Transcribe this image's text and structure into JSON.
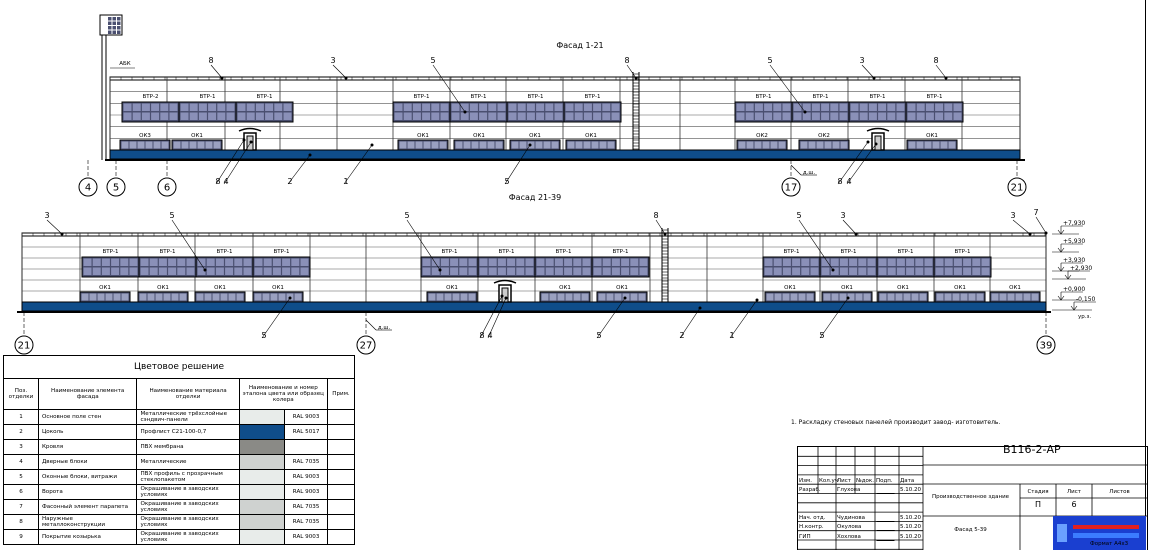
{
  "facade_top": {
    "title": "Фасад 1-21",
    "abk_label": "АБК",
    "axes": [
      "4",
      "5",
      "6",
      "17",
      "21"
    ],
    "callouts_top": [
      "8",
      "3",
      "5",
      "8",
      "5",
      "3",
      "8"
    ],
    "callouts_bottom": [
      "8",
      "4",
      "2",
      "1",
      "5",
      "8",
      "4"
    ],
    "ds_label": "д.ш.",
    "btr_labels": [
      "ВТР-2",
      "ВТР-1",
      "ВТР-1",
      "ВТР-1",
      "ВТР-1",
      "ВТР-1",
      "ВТР-1",
      "ВТР-1",
      "ВТР-1",
      "ВТР-1",
      "ВТР-1"
    ],
    "ok_labels": [
      "ОК3",
      "ОК1",
      "ОК1",
      "ОК1",
      "ОК1",
      "ОК1",
      "ОК2",
      "ОК2",
      "ОК1"
    ]
  },
  "facade_bottom": {
    "title": "Фасад 21-39",
    "axes": [
      "21",
      "27",
      "39"
    ],
    "callouts_top": [
      "3",
      "5",
      "5",
      "8",
      "5",
      "3",
      "3",
      "7"
    ],
    "callouts_bottom": [
      "5",
      "8",
      "4",
      "5",
      "2",
      "1",
      "5"
    ],
    "ds_label": "д.ш.",
    "btr_labels": [
      "ВТР-1",
      "ВТР-1",
      "ВТР-1",
      "ВТР-1",
      "ВТР-1",
      "ВТР-1",
      "ВТР-1",
      "ВТР-1",
      "ВТР-1",
      "ВТР-1",
      "ВТР-1",
      "ВТР-1"
    ],
    "ok_labels": [
      "ОК1",
      "ОК1",
      "ОК1",
      "ОК1",
      "ОК1",
      "ОК1",
      "ОК1",
      "ОК1",
      "ОК1",
      "ОК1",
      "ОК1",
      "ОК1"
    ],
    "levels": [
      "+7,930",
      "+5,930",
      "+3,930",
      "+2,930",
      "+0,900",
      "-0,150",
      "ур.з."
    ]
  },
  "color_table": {
    "caption": "Цветовое решение",
    "headers": [
      "Поз. отделки",
      "Наименование элемента фасада",
      "Наименование материала отделки",
      "Наименование и номер эталона цвета или образец колера",
      "Прим."
    ],
    "rows": [
      {
        "pos": "1",
        "element": "Основное поле стен",
        "material": "Металлические трёхслойные сэндвич-панели",
        "color": "#e8ecea",
        "ral": "RAL 9003"
      },
      {
        "pos": "2",
        "element": "Цоколь",
        "material": "Профлист С21-100-0,7",
        "color": "#0f4d8a",
        "ral": "RAL 5017"
      },
      {
        "pos": "3",
        "element": "Кровля",
        "material": "ПВХ мембрана",
        "color": "#8a8a86",
        "ral": ""
      },
      {
        "pos": "4",
        "element": "Дверные блоки",
        "material": "Металлические",
        "color": "#cfd2d0",
        "ral": "RAL 7035"
      },
      {
        "pos": "5",
        "element": "Оконные блоки, витражи",
        "material": "ПВХ профиль с прозрачным стеклопакетом",
        "color": "#e8ecea",
        "ral": "RAL 9003"
      },
      {
        "pos": "6",
        "element": "Ворота",
        "material": "Окрашивание в заводских условиях",
        "color": "#e8ecea",
        "ral": "RAL 9003"
      },
      {
        "pos": "7",
        "element": "Фасонный элемент парапета",
        "material": "Окрашивание в заводских условиях",
        "color": "#cfd2d0",
        "ral": "RAL 7035"
      },
      {
        "pos": "8",
        "element": "Наружные металлоконструкции",
        "material": "Окрашивание в заводских условиях",
        "color": "#cfd2d0",
        "ral": "RAL 7035"
      },
      {
        "pos": "9",
        "element": "Покрытие козырька",
        "material": "Окрашивание в заводских условиях",
        "color": "#e8ecea",
        "ral": "RAL 9003"
      }
    ]
  },
  "note": "1. Раскладку стеновых панелей производит завод- изготовитель.",
  "title_block": {
    "code": "В116-2-АР",
    "object": "Производственное здание",
    "sheet_title": "Фасад 5-39",
    "col_headers": [
      "Изм.",
      "Кол.уч",
      "Лист",
      "№док.",
      "Подп.",
      "Дата"
    ],
    "people": [
      {
        "role": "Разраб.",
        "name": "Глухова",
        "date": "5.10.20"
      },
      {
        "role": "Нач. отд.",
        "name": "Чудинова",
        "date": "5.10.20"
      },
      {
        "role": "Н.контр.",
        "name": "Окулова",
        "date": "5.10.20"
      },
      {
        "role": "ГИП",
        "name": "Хохлова",
        "date": "5.10.20"
      }
    ],
    "stage_label": "Стадия",
    "sheet_label": "Лист",
    "sheets_label": "Листов",
    "stage": "П",
    "sheet": "6",
    "sheets": "",
    "format": "Формат А4х3"
  },
  "colors": {
    "plinth": "#0f4d8a",
    "window": "#4a4f70",
    "logo": "#1a3fd0"
  }
}
